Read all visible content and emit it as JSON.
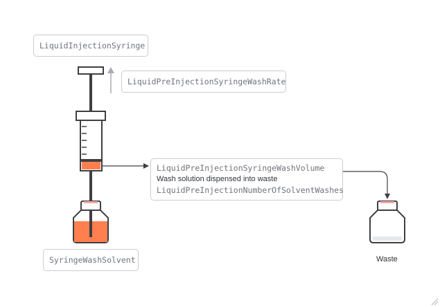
{
  "labels": {
    "syringe": "LiquidInjectionSyringe",
    "wash_rate": "LiquidPreInjectionSyringeWashRate",
    "wash_volume": "LiquidPreInjectionSyringeWashVolume",
    "wash_description": "Wash solution dispensed into waste",
    "num_solvent_washes": "LiquidPreInjectionNumberOfSolventWashes",
    "solvent": "SyringeWashSolvent",
    "waste": "Waste"
  },
  "colors": {
    "liquid": "#ff7f4f",
    "cap": "#f4a6a6",
    "outline": "#3d3f42",
    "arrow": "#a9acb1",
    "box_border": "#c9ccd1"
  },
  "icons": {
    "rate_arrow": "up-arrow-icon",
    "corner": "resize-grip-icon"
  }
}
